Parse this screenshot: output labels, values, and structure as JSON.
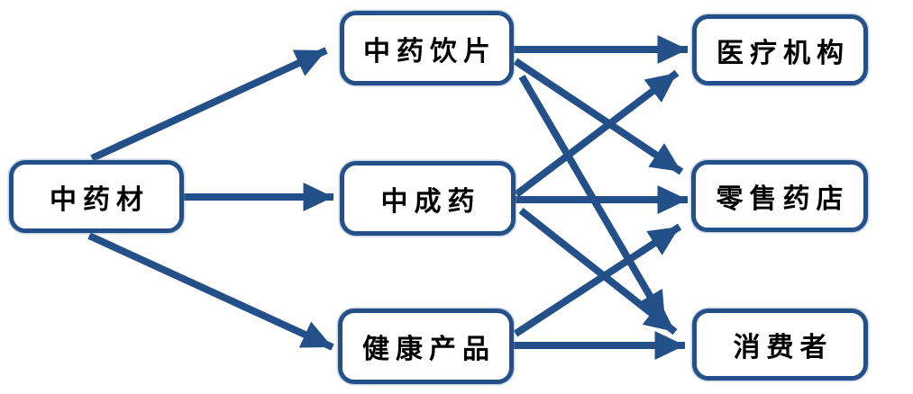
{
  "colors": {
    "accent": "#24508a",
    "node_fill": "#ffffff",
    "text": "#000000",
    "background": "#ffffff"
  },
  "diagram": {
    "description": "Flow diagram of the traditional Chinese medicine industry chain: raw material to product categories to sales channels",
    "nodes": [
      {
        "id": "zhongyaocai",
        "label": "中药材",
        "column": "source"
      },
      {
        "id": "zhongyaoyinpian",
        "label": "中药饮片",
        "column": "products"
      },
      {
        "id": "zhongchengyao",
        "label": "中成药",
        "column": "products"
      },
      {
        "id": "jiankangchanpin",
        "label": "健康产品",
        "column": "products"
      },
      {
        "id": "yiliaojigou",
        "label": "医疗机构",
        "column": "channels"
      },
      {
        "id": "lingshouyaodian",
        "label": "零售药店",
        "column": "channels"
      },
      {
        "id": "xiaofeizhe",
        "label": "消费者",
        "column": "channels"
      }
    ],
    "edges": [
      {
        "from": "zhongyaocai",
        "to": "zhongyaoyinpian"
      },
      {
        "from": "zhongyaocai",
        "to": "zhongchengyao"
      },
      {
        "from": "zhongyaocai",
        "to": "jiankangchanpin"
      },
      {
        "from": "zhongyaoyinpian",
        "to": "yiliaojigou"
      },
      {
        "from": "zhongyaoyinpian",
        "to": "lingshouyaodian"
      },
      {
        "from": "zhongyaoyinpian",
        "to": "xiaofeizhe"
      },
      {
        "from": "zhongchengyao",
        "to": "yiliaojigou"
      },
      {
        "from": "zhongchengyao",
        "to": "lingshouyaodian"
      },
      {
        "from": "zhongchengyao",
        "to": "xiaofeizhe"
      },
      {
        "from": "jiankangchanpin",
        "to": "lingshouyaodian"
      },
      {
        "from": "jiankangchanpin",
        "to": "xiaofeizhe"
      }
    ]
  }
}
